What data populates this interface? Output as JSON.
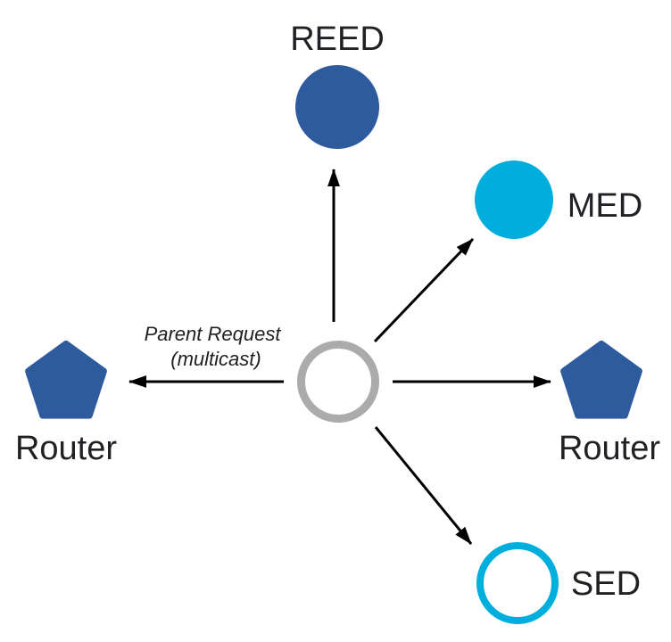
{
  "colors": {
    "node_blue": "#2e5a9e",
    "node_cyan": "#00aedd",
    "center_gray": "#ababab",
    "arrow_black": "#000000",
    "text_black": "#202124",
    "background": "#ffffff"
  },
  "annotation": {
    "line1": "Parent Request",
    "line2": "(multicast)"
  },
  "nodes": {
    "reed": {
      "label": "REED",
      "shape": "filled-circle"
    },
    "med": {
      "label": "MED",
      "shape": "filled-circle"
    },
    "router_left": {
      "label": "Router",
      "shape": "pentagon"
    },
    "router_right": {
      "label": "Router",
      "shape": "pentagon"
    },
    "sed": {
      "label": "SED",
      "shape": "outlined-circle"
    },
    "center": {
      "shape": "outlined-circle"
    }
  }
}
